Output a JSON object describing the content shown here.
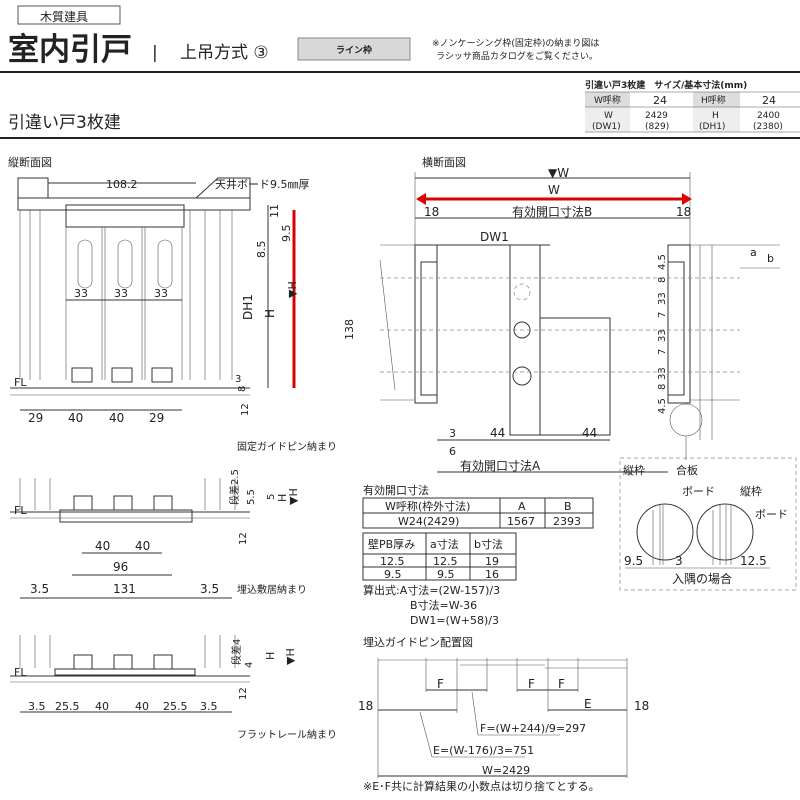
{
  "header": {
    "category": "木質建具",
    "title": "室内引戸",
    "separator": "|",
    "method": "上吊方式 ③",
    "frame_button": "ライン枠",
    "note_line1": "※ノンケーシング枠(固定枠)の納まり図は",
    "note_line2": "ラシッサ商品カタログをご覧ください。"
  },
  "size_table": {
    "title": "引違い戸3枚建　サイズ/基本寸法(mm)",
    "w_label": "W呼称",
    "w_value": "24",
    "h_label": "H呼称",
    "h_value": "24",
    "w_dim_label": "W",
    "w_dim_sub": "(DW1)",
    "w_dim": "2429",
    "w_dim_paren": "(829)",
    "h_dim_label": "H",
    "h_dim_sub": "(DH1)",
    "h_dim": "2400",
    "h_dim_paren": "(2380)"
  },
  "subtitle": "引違い戸3枚建",
  "vertical_section": {
    "title": "縦断面図",
    "dim_top": "108.2",
    "ceiling_note": "天井ボード9.5㎜厚",
    "d11": "11",
    "d95": "9.5",
    "d85": "8.5",
    "dh1": "DH1",
    "h": "H",
    "h_mark": "▼H",
    "d33": [
      "33",
      "33",
      "33"
    ],
    "fl": "FL",
    "d3": "3",
    "d8": "8",
    "d12": "12",
    "bottom": [
      "29",
      "40",
      "40",
      "29"
    ],
    "caption": "固定ガイドピン納まり"
  },
  "sill_section": {
    "step": "段差2.5",
    "d55": "5.5",
    "d5": "5",
    "h": "H",
    "h_mark": "▼H",
    "fl": "FL",
    "d12": "12",
    "d40": [
      "40",
      "40"
    ],
    "d96": "96",
    "bottom": [
      "3.5",
      "131",
      "3.5"
    ],
    "caption": "埋込敷居納まり"
  },
  "flat_rail_section": {
    "step": "段差4",
    "d4": "4",
    "h": "H",
    "h_mark": "▼H",
    "fl": "FL",
    "d12": "12",
    "bottom": [
      "3.5",
      "25.5",
      "40",
      "40",
      "25.5",
      "3.5"
    ],
    "caption": "フラットレール納まり"
  },
  "horizontal_section": {
    "title": "横断面図",
    "w_mark": "▼W",
    "w": "W",
    "d18_left": "18",
    "d18_right": "18",
    "opening_b": "有効開口寸法B",
    "dw1": "DW1",
    "right_dims": [
      "4.5",
      "8",
      "33",
      "7",
      "33",
      "7",
      "33",
      "8",
      "4.5"
    ],
    "a": "a",
    "b": "b",
    "d138": "138",
    "d3": "3",
    "d6": "6",
    "d44_1": "44",
    "d44_2": "44",
    "opening_a": "有効開口寸法A"
  },
  "detail": {
    "frame1": "縦枠",
    "plywood": "合板",
    "board1": "ボード",
    "frame2": "縦枠",
    "board2": "ボード",
    "d95": "9.5",
    "d3": "3",
    "d125": "12.5",
    "caption": "入隅の場合"
  },
  "opening_table": {
    "title": "有効開口寸法",
    "headers": [
      "W呼称(枠外寸法)",
      "A",
      "B"
    ],
    "row": [
      "W24(2429)",
      "1567",
      "2393"
    ]
  },
  "pb_table": {
    "headers": [
      "壁PB厚み",
      "a寸法",
      "b寸法"
    ],
    "rows": [
      [
        "12.5",
        "12.5",
        "19"
      ],
      [
        "9.5",
        "9.5",
        "16"
      ]
    ]
  },
  "formulas": {
    "a": "算出式:A寸法=(2W-157)/3",
    "b": "B寸法=W-36",
    "dw1": "DW1=(W+58)/3"
  },
  "guide_pin": {
    "title": "埋込ガイドピン配置図",
    "f": "F",
    "e": "E",
    "d18_left": "18",
    "d18_right": "18",
    "f_formula": "F=(W+244)/9=297",
    "e_formula": "E=(W-176)/3=751",
    "w_total": "W=2429",
    "note": "※E･F共に計算結果の小数点は切り捨てとする。"
  }
}
